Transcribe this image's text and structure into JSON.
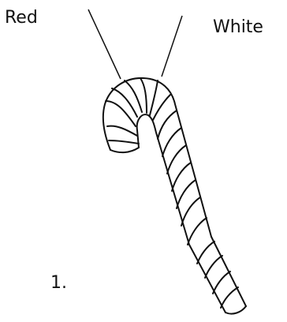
{
  "labels": {
    "red": "Red",
    "white": "White"
  },
  "item_number": "1.",
  "colors": {
    "stroke": "#111111",
    "background": "#ffffff"
  }
}
